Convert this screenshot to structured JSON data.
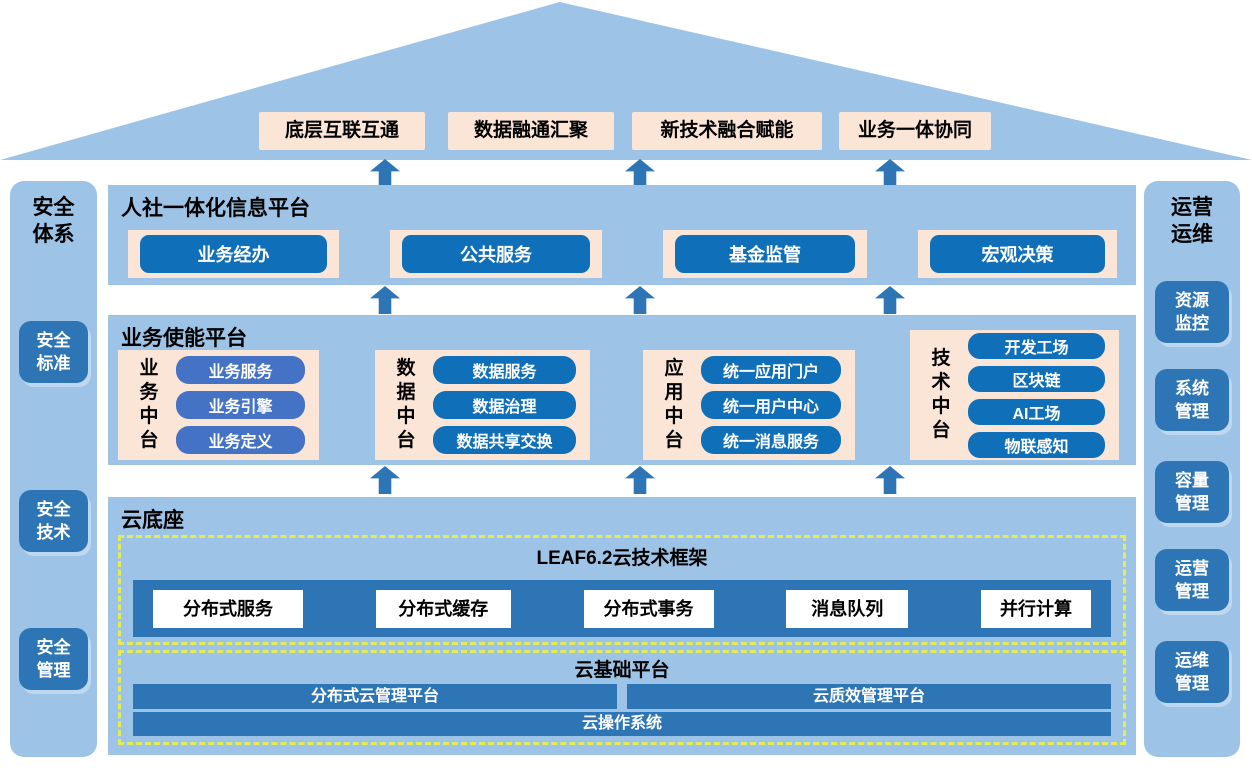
{
  "colors": {
    "light_blue": "#9DC3E6",
    "medium_blue": "#2E75B6",
    "button_blue": "#0F6FB8",
    "royal_blue": "#4472C4",
    "peach": "#FBE5D6",
    "dashed_border": "#E3ED52"
  },
  "roof": {
    "labels": [
      "底层互联互通",
      "数据融通汇聚",
      "新技术融合赋能",
      "业务一体协同"
    ]
  },
  "security_sidebar": {
    "title_lines": [
      "安全",
      "体系"
    ],
    "items": [
      [
        "安全",
        "标准"
      ],
      [
        "安全",
        "技术"
      ],
      [
        "安全",
        "管理"
      ]
    ]
  },
  "ops_sidebar": {
    "title_lines": [
      "运营",
      "运维"
    ],
    "items": [
      [
        "资源",
        "监控"
      ],
      [
        "系统",
        "管理"
      ],
      [
        "容量",
        "管理"
      ],
      [
        "运营",
        "管理"
      ],
      [
        "运维",
        "管理"
      ]
    ]
  },
  "platform_layer": {
    "title": "人社一体化信息平台",
    "modules": [
      "业务经办",
      "公共服务",
      "基金监管",
      "宏观决策"
    ]
  },
  "enable_layer": {
    "title": "业务使能平台",
    "groups": [
      {
        "label_lines": [
          "业",
          "务",
          "中",
          "台"
        ],
        "items": [
          "业务服务",
          "业务引擎",
          "业务定义"
        ]
      },
      {
        "label_lines": [
          "数",
          "据",
          "中",
          "台"
        ],
        "items": [
          "数据服务",
          "数据治理",
          "数据共享交换"
        ]
      },
      {
        "label_lines": [
          "应",
          "用",
          "中",
          "台"
        ],
        "items": [
          "统一应用门户",
          "统一用户中心",
          "统一消息服务"
        ]
      },
      {
        "label_lines": [
          "技",
          "术",
          "中",
          "台"
        ],
        "items": [
          "开发工场",
          "区块链",
          "AI工场",
          "物联感知"
        ]
      }
    ]
  },
  "cloud_layer": {
    "title": "云底座",
    "leaf_box": {
      "title": "LEAF6.2云技术框架",
      "items": [
        "分布式服务",
        "分布式缓存",
        "分布式事务",
        "消息队列",
        "并行计算"
      ]
    },
    "base_box": {
      "title": "云基础平台",
      "row1": [
        "分布式云管理平台",
        "云质效管理平台"
      ],
      "row2": "云操作系统"
    }
  }
}
